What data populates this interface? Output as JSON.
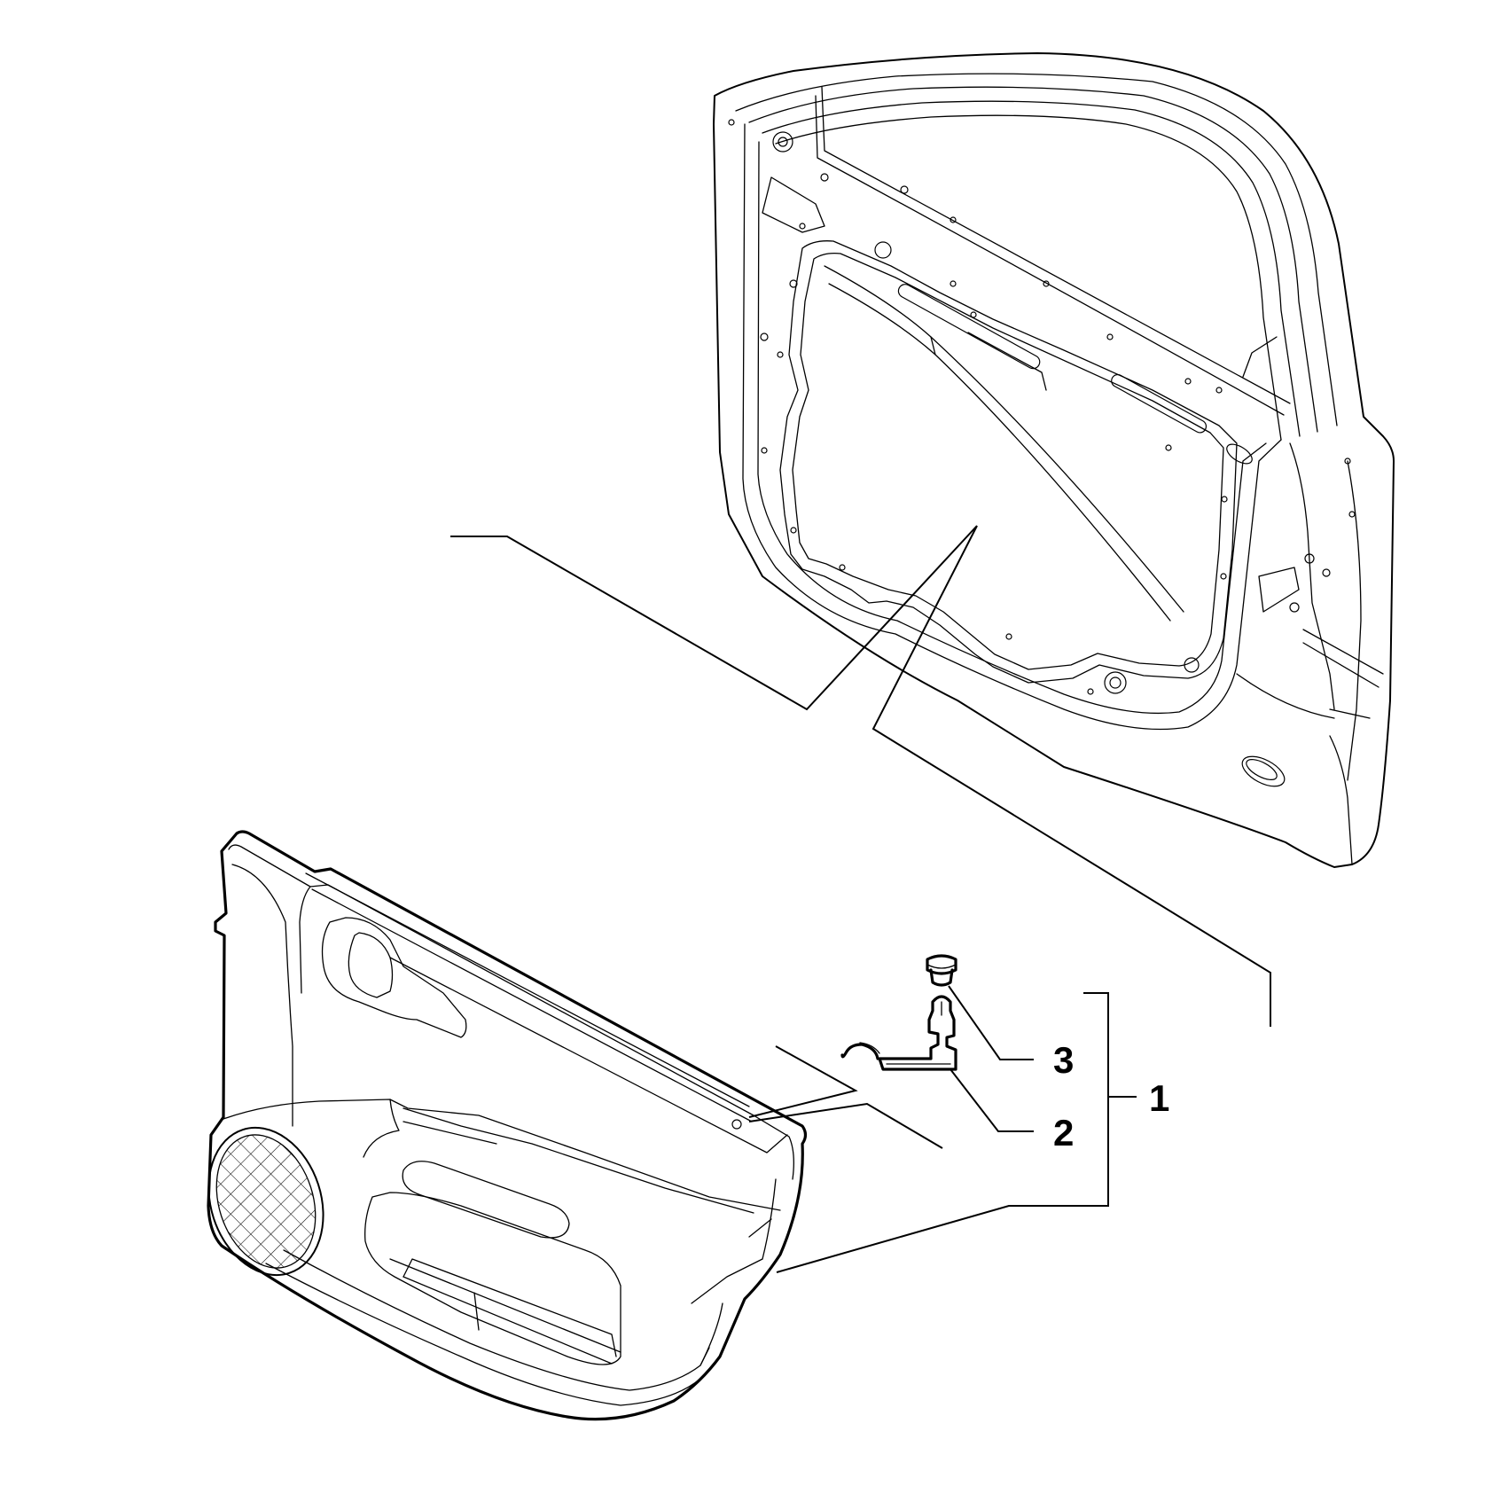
{
  "callouts": {
    "part_1": "1",
    "part_2": "2",
    "part_3": "3"
  }
}
